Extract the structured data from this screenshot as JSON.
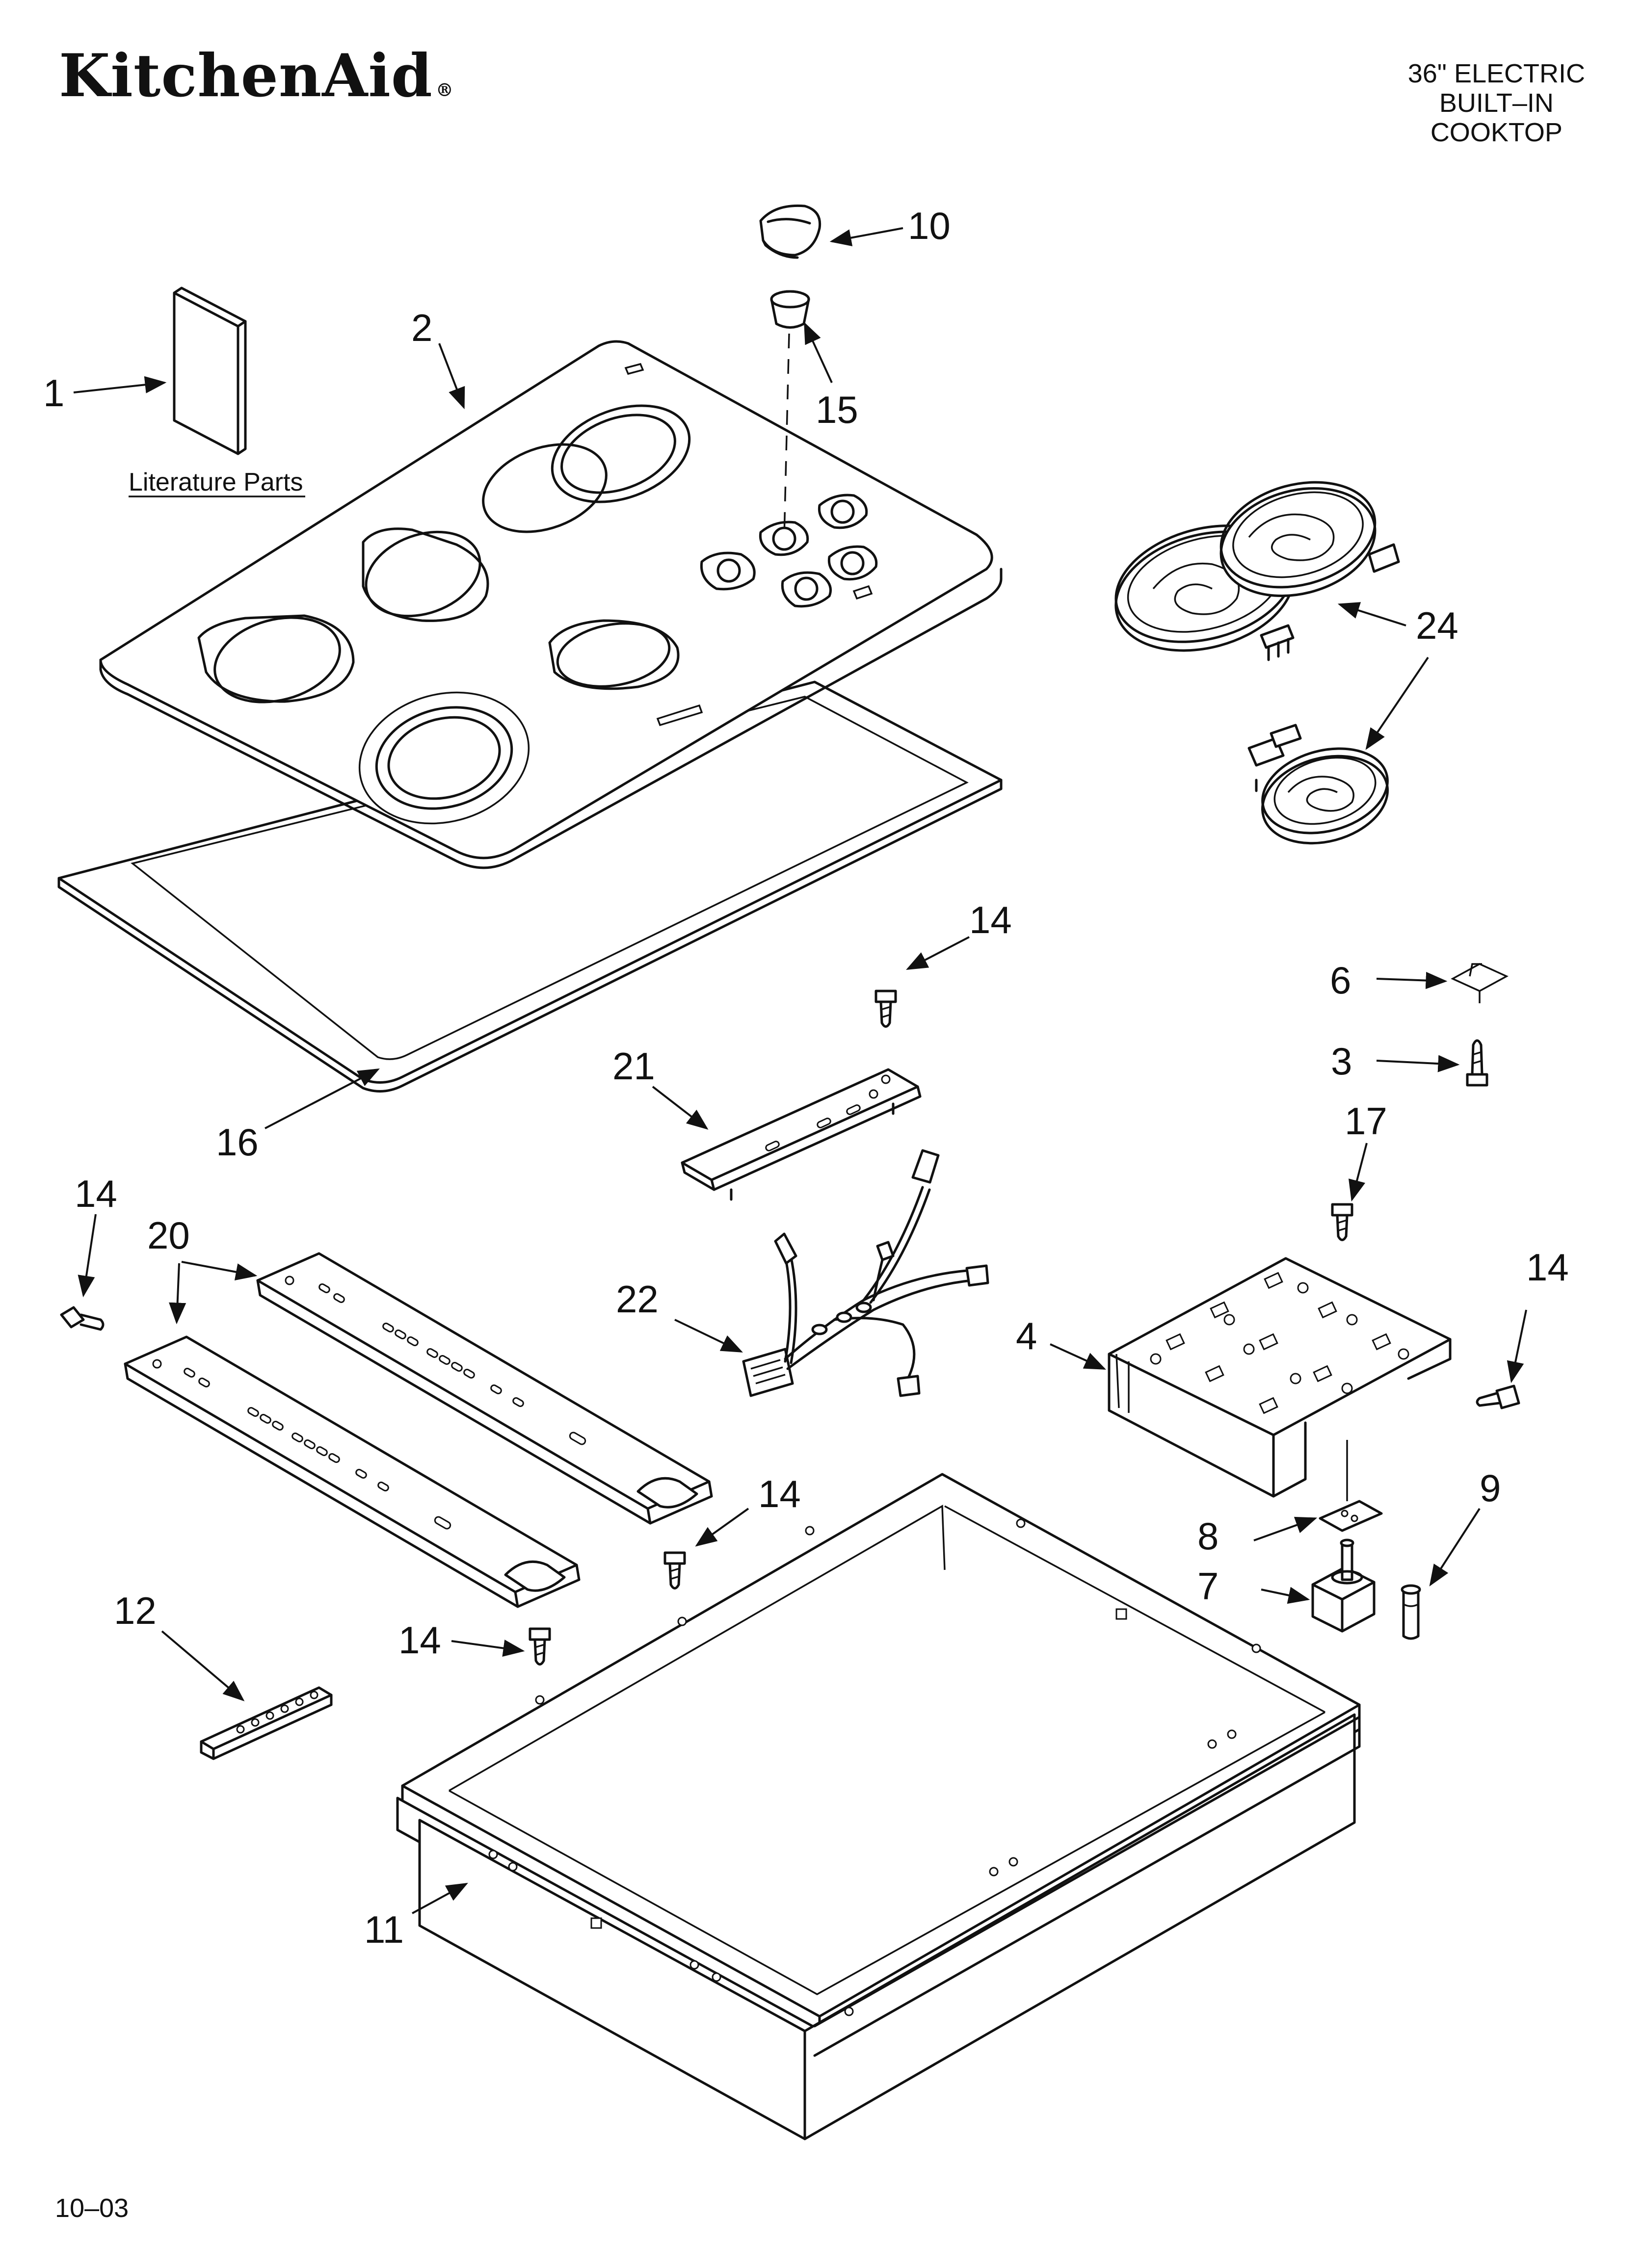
{
  "header": {
    "brand": "KitchenAid",
    "brand_mark": "®",
    "model_lines": [
      "36\" ELECTRIC",
      "BUILT–IN",
      "COOKTOP"
    ]
  },
  "literature_label": "Literature Parts",
  "footer": {
    "date_code": "10–03"
  },
  "callouts": {
    "c1": "1",
    "c2": "2",
    "c3": "3",
    "c4": "4",
    "c6": "6",
    "c7": "7",
    "c8": "8",
    "c9": "9",
    "c10": "10",
    "c11": "11",
    "c12": "12",
    "c14a": "14",
    "c14b": "14",
    "c14c": "14",
    "c14d": "14",
    "c14e": "14",
    "c15": "15",
    "c16": "16",
    "c17": "17",
    "c20": "20",
    "c21": "21",
    "c22": "22",
    "c24": "24"
  }
}
